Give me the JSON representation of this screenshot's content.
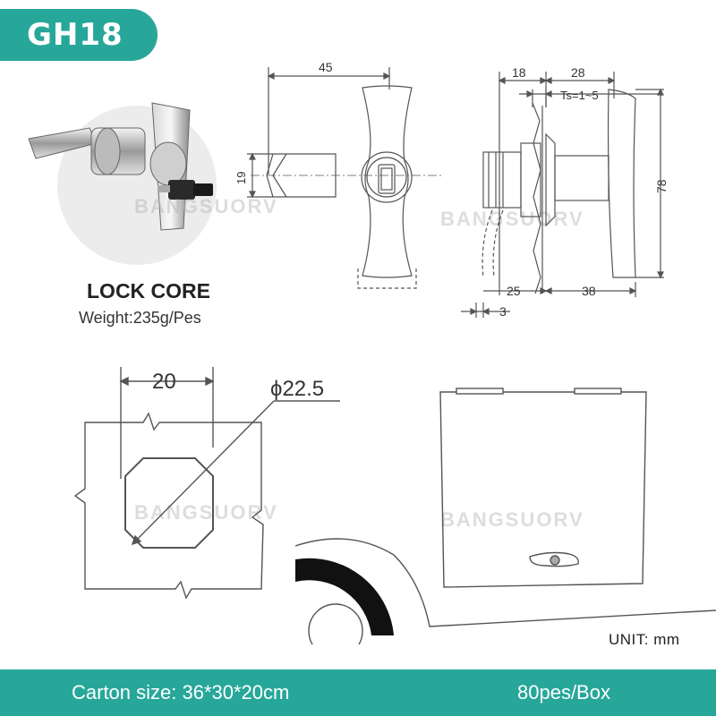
{
  "badge": {
    "model": "GH18"
  },
  "product": {
    "title": "LOCK CORE",
    "weight": "Weight:235g/Pes"
  },
  "watermark": "BANGSUORV",
  "dimensions": {
    "front_width": "45",
    "front_height": "19",
    "side_18": "18",
    "side_28": "28",
    "side_ts": "Ts=1~5",
    "side_78": "78",
    "side_25": "25",
    "side_38": "38",
    "side_3": "3",
    "cutout_width": "20",
    "cutout_diameter": "ϕ22.5"
  },
  "unit": "UNIT:  mm",
  "footer": {
    "carton": "Carton size: 36*30*20cm",
    "packing": "80pes/Box"
  },
  "colors": {
    "accent": "#27a79a",
    "line": "#555555"
  }
}
